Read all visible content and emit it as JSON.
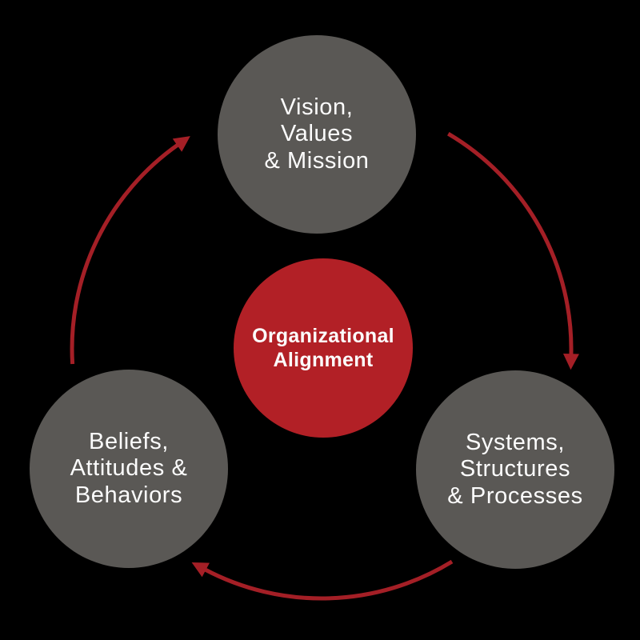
{
  "colors": {
    "background": "#000000",
    "node_gray": "#5A5855",
    "center_red": "#B22026",
    "arrow_red": "#A41F26",
    "text_white": "#FCFCFC"
  },
  "nodes": {
    "top": {
      "lines": [
        "Vision,",
        "Values",
        "& Mission"
      ]
    },
    "right": {
      "lines": [
        "Systems,",
        "Structures",
        "& Processes"
      ]
    },
    "left": {
      "lines": [
        "Beliefs,",
        "Attitudes &",
        "Behaviors"
      ]
    },
    "center": {
      "lines": [
        "Organizational",
        "Alignment"
      ]
    }
  },
  "arrows": {
    "direction": "clockwise",
    "items": [
      {
        "name": "vision-to-systems"
      },
      {
        "name": "systems-to-beliefs"
      },
      {
        "name": "beliefs-to-vision"
      }
    ]
  }
}
